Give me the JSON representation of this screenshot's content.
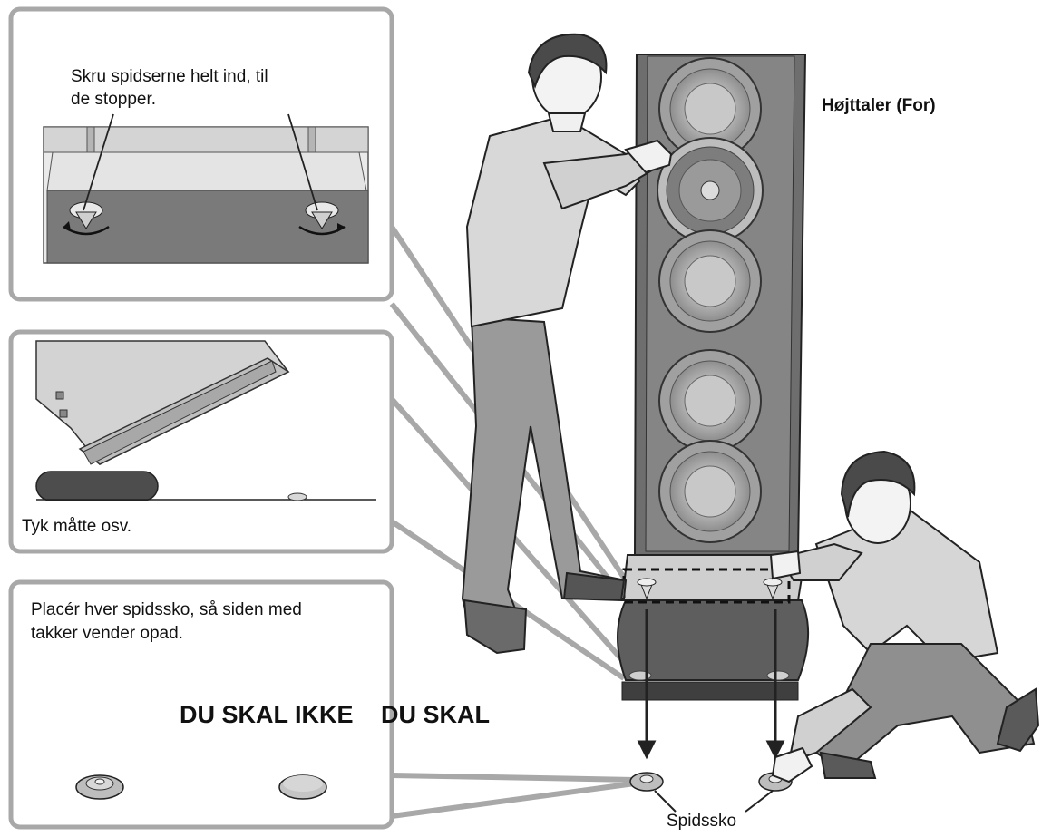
{
  "labels": {
    "panel1_line1": "Skru spidserne helt ind, til",
    "panel1_line2": "de stopper.",
    "speaker": "Højttaler (For)",
    "panel2": "Tyk måtte osv.",
    "panel3_line1": "Placér hver spidssko, så siden med",
    "panel3_line2": "takker vender opad.",
    "dont": "DU SKAL IKKE",
    "do": "DU SKAL",
    "spike_shoe": "Spidssko"
  }
}
